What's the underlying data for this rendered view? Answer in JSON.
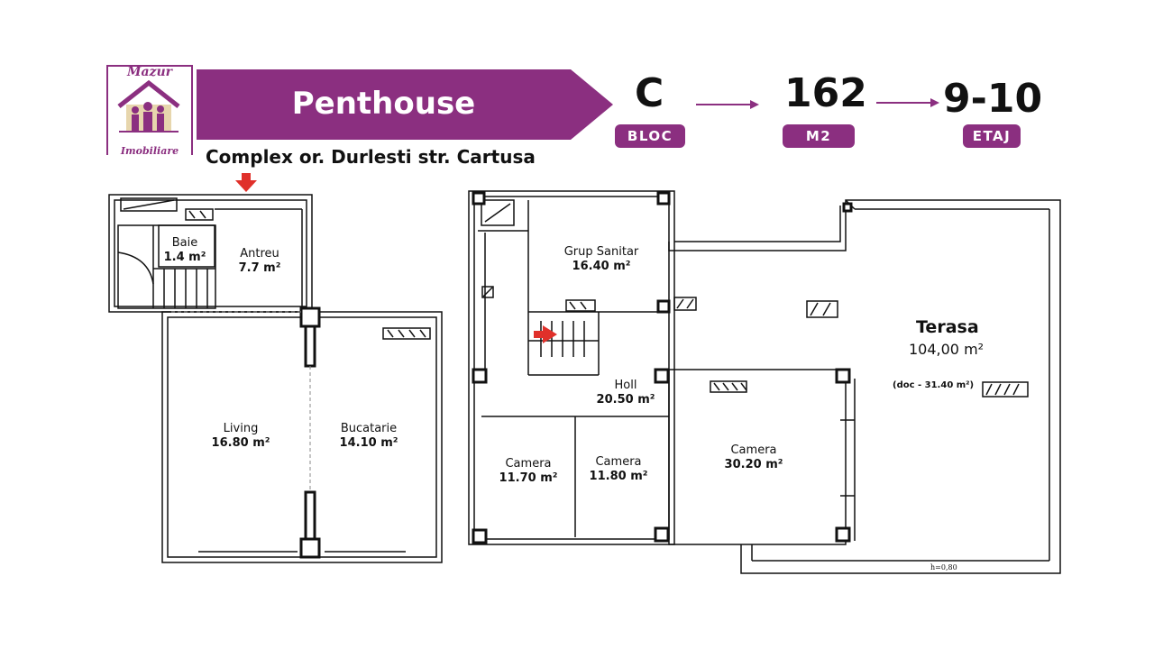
{
  "logo": {
    "line1": "Mazur",
    "line2": "Imobiliare"
  },
  "title": "Penthouse",
  "stats": [
    {
      "value": "C",
      "label": "BLOC"
    },
    {
      "value": "162",
      "label": "M2"
    },
    {
      "value": "9-10",
      "label": "ETAJ"
    }
  ],
  "subtitle": "Complex or. Durlesti str. Cartusa",
  "colors": {
    "brand": "#8b2f80",
    "arrow": "#e0302a",
    "wall": "#111111"
  },
  "rooms_left": [
    {
      "name": "Baie",
      "area": "1.4 m²"
    },
    {
      "name": "Antreu",
      "area": "7.7 m²"
    },
    {
      "name": "Living",
      "area": "16.80 m²"
    },
    {
      "name": "Bucatarie",
      "area": "14.10 m²"
    }
  ],
  "rooms_right": [
    {
      "name": "Grup Sanitar",
      "area": "16.40 m²"
    },
    {
      "name": "Holl",
      "area": "20.50 m²"
    },
    {
      "name": "Camera",
      "area": "11.70 m²"
    },
    {
      "name": "Camera",
      "area": "11.80 m²"
    },
    {
      "name": "Camera",
      "area": "30.20 m²"
    }
  ],
  "terrace": {
    "name": "Terasa",
    "area": "104,00 m²",
    "note": "(doc - 31.40 m²)",
    "height_note": "h=0,80"
  },
  "icons": [
    "house-family-icon",
    "entrance-arrow-icon",
    "stair-arrow-icon",
    "radiator-icon"
  ]
}
